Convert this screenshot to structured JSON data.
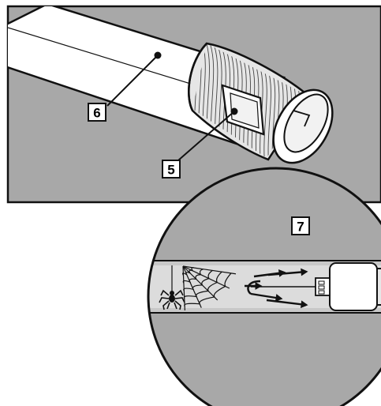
{
  "callouts": {
    "label_5": "5",
    "label_6": "6",
    "label_7": "7"
  },
  "colors": {
    "panel_gray": "#a8a8a8",
    "light_gray": "#e6e6e6",
    "mid_gray": "#c8c8c8",
    "outline": "#111111",
    "white": "#ffffff"
  },
  "parts": {
    "tube": "tube",
    "threaded_end": "threaded-end",
    "side_window": "side-window",
    "spider": "spider-icon",
    "cobweb": "cobweb-icon",
    "airflow_arrows": "airflow-arrows",
    "mantle_end": "mantle-end"
  }
}
